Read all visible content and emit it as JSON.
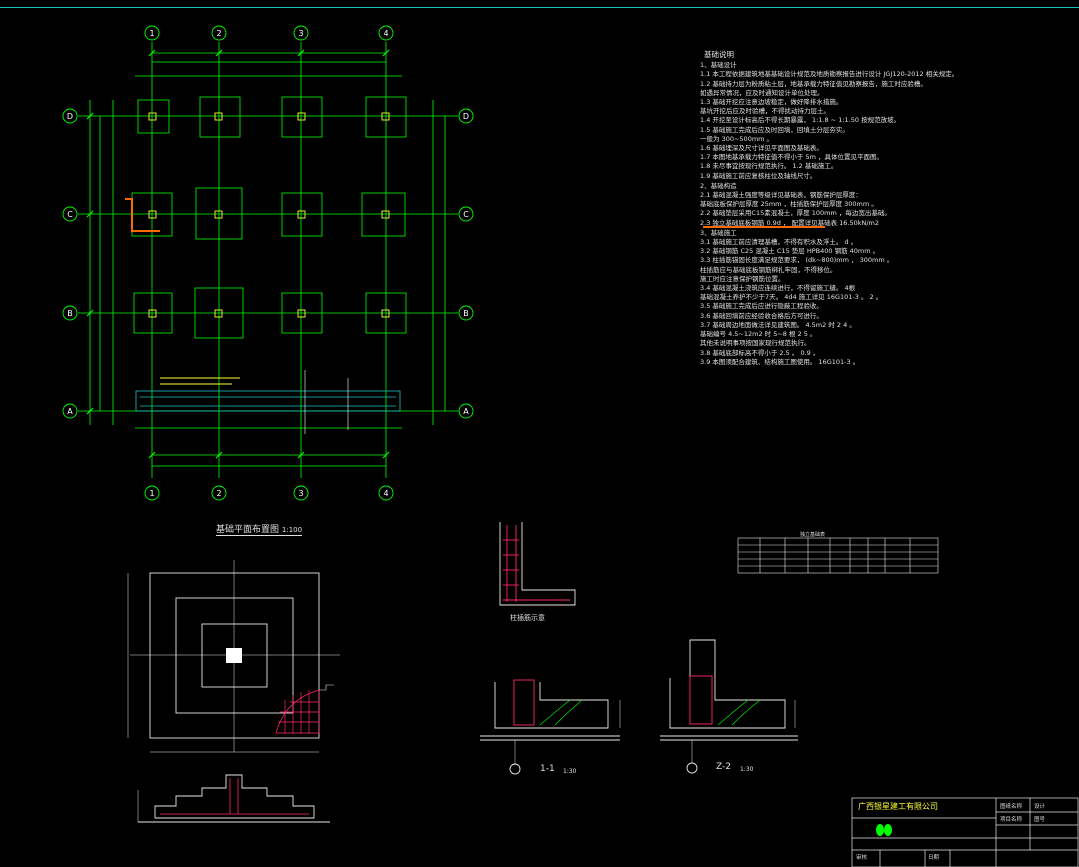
{
  "drawing": {
    "plan_title": "基础平面布置图",
    "plan_scale": "1:100",
    "axes_numbers": [
      "1",
      "2",
      "3",
      "4"
    ],
    "axes_letters": [
      "D",
      "C",
      "B",
      "A"
    ],
    "section_1": {
      "label": "1-1",
      "scale": "1:30"
    },
    "section_2": {
      "label": "Z-2",
      "scale": "1:30"
    },
    "detail_label": "柱插筋示意",
    "schedule_title": "独立基础表"
  },
  "notes": {
    "title": "基础说明",
    "sections": [
      {
        "head": "1、基础设计",
        "lines": [
          "1.1 本工程依据建筑地基基础设计规范及地质勘察报告进行设计  JGJ120-2012  相关规定。",
          "1.2 基础持力层为粉质粘土层，地基承载力特征值见勘察报告，施工时应验槽。",
          "   如遇异常情况，应及时通知设计单位处理。",
          "1.3 基础开挖应注意边坡稳定，做好降排水措施。",
          "   基坑开挖后应及时验槽，不得扰动持力层土。",
          "1.4 开挖至设计标高后不得长期暴露，  1:1.8 ~ 1:1.50  按规范放坡。",
          "1.5 基础施工完成后应及时回填，回填土分层夯实。",
          "   一般为 300~500mm  。",
          "1.6 基础埋深及尺寸详见平面图及基础表。",
          "1.7 本图地基承载力特征值不得小于  5m  ，具体位置见平面图。",
          "1.8 未尽事宜按现行规范执行。  1.2  基础施工。",
          "1.9 基础施工前应复核柱位及轴线尺寸。"
        ]
      },
      {
        "head": "2、基础构造",
        "lines": [
          "2.1 基础混凝土强度等级详见基础表，钢筋保护层厚度：",
          "   基础底板保护层厚度  25mm  ，柱插筋保护层厚度  300mm  。",
          "2.2 基础垫层采用C15素混凝土，厚度  100mm  ，每边宽出基础。",
          "2.3 独立基础底板钢筋  0.9d  ，  配置详见基础表  16.50kN/m2"
        ]
      },
      {
        "head": "3、基础施工",
        "lines": [
          "3.1 基础施工前应清理基槽，不得有积水及浮土。  d  。",
          "3.2 基础钢筋  C25  混凝土  C15  垫层  HPB400  钢筋  40mm  。",
          "3.3 柱插筋锚固长度满足规范要求，  (dk~800)mm  ，  300mm  。",
          "   柱插筋应与基础底板钢筋绑扎牢固，不得移位。",
          "   施工时应注意保护钢筋位置。",
          "3.4 基础混凝土浇筑应连续进行，不得留施工缝。  4根",
          "   基础混凝土养护不少于7天。  4d4  施工详见  16G101-3  。  2  。",
          "3.5 基础施工完成后应进行隐蔽工程验收。",
          "3.6 基础回填前应经验收合格后方可进行。",
          "3.7 基础周边地面做法详见建筑图。  4.5m2  时  2  4  。",
          "   基础编号  4.5~12m2  时  5~8  根  2  5  。",
          "   其他未说明事项按国家现行规范执行。",
          "3.8 基础底部标高不得小于  2.5  。  0.9  。",
          "3.9 本图须配合建筑、结构施工图使用。  16G101-3  。"
        ]
      }
    ]
  },
  "title_block": {
    "company": "广西银星建工有限公司",
    "cells": [
      "图纸名称",
      "设计",
      "项目名称",
      "图号",
      "审核",
      "日期"
    ]
  },
  "colors": {
    "axis": "#00ff00",
    "footing": "#00ff00",
    "column": "#ffff33",
    "highlight": "#ff6a00",
    "rebar": "#ff2a6a",
    "border": "#1cc3c3"
  }
}
